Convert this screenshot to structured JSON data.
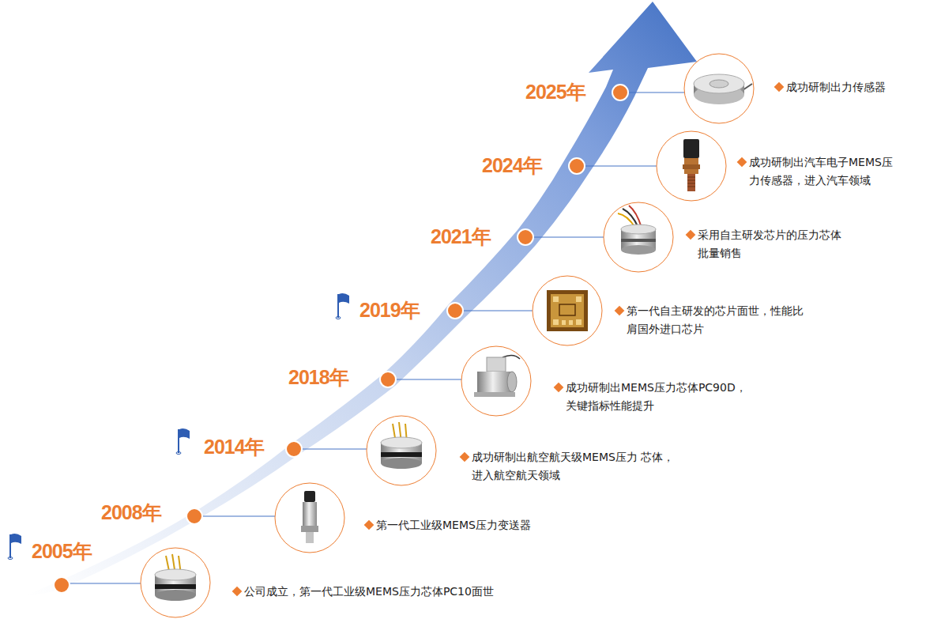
{
  "diagram": {
    "labels": [
      "2025年",
      "成功研制出力传感器",
      "2024年",
      "成功研制出汽车电子MEMS压 力传感器，进入汽车领域",
      "2021年",
      "采用自主研发芯片的压力芯体 批量销售",
      "2019年",
      "第一代自主研发的芯片面世，性能比 肩国外进口芯片",
      "2018年",
      "成功研制出MEMS压力芯体PC90D， 关键指标性能提升",
      "2014年",
      "成功研制出航空航天级MEMS压力 芯体，进入航空航天领域",
      "2008年",
      "第一代工业级MEMS压力变送器",
      "2005年",
      "公司成立，第一代工业级MEMS压力芯体PC10面世"
    ]
  }
}
